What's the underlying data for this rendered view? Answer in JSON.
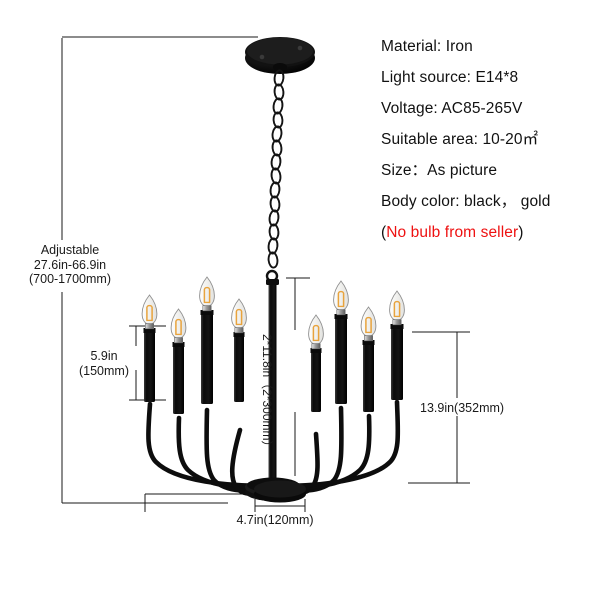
{
  "product": {
    "type": "chandelier-dimension-diagram",
    "specs": [
      {
        "id": "material",
        "text": "Material: Iron"
      },
      {
        "id": "light-source",
        "text": "Light source: E14*8"
      },
      {
        "id": "voltage",
        "text": "Voltage: AC85-265V"
      },
      {
        "id": "suitable-area",
        "text": "Suitable area: 10-20㎡"
      },
      {
        "id": "size",
        "text": "Size：As picture"
      },
      {
        "id": "body-color",
        "text": "Body color: black， gold"
      }
    ],
    "note": {
      "open_paren": "(",
      "text": "No bulb from seller",
      "close_paren": ")",
      "color": "#ee1111"
    }
  },
  "dimensions": {
    "adjustable": {
      "line1": "Adjustable",
      "line2": "27.6in-66.9in",
      "line3": "(700-1700mm)"
    },
    "candle_height": {
      "line1": "5.9in",
      "line2": "(150mm)"
    },
    "column_height": {
      "text": "2*11.8in（2*300mm）"
    },
    "overall_height": {
      "text": "13.9in(352mm)"
    },
    "hub_width": {
      "text": "4.7in(120mm)"
    }
  },
  "colors": {
    "body": "#111111",
    "line": "#1a1a1a",
    "bulb_glass": "#f2f2f2",
    "bulb_filament": "#e8a33d",
    "note_red": "#ee1111",
    "background": "#ffffff"
  },
  "bulbs": {
    "count": 8,
    "label": "candle-bulb"
  }
}
